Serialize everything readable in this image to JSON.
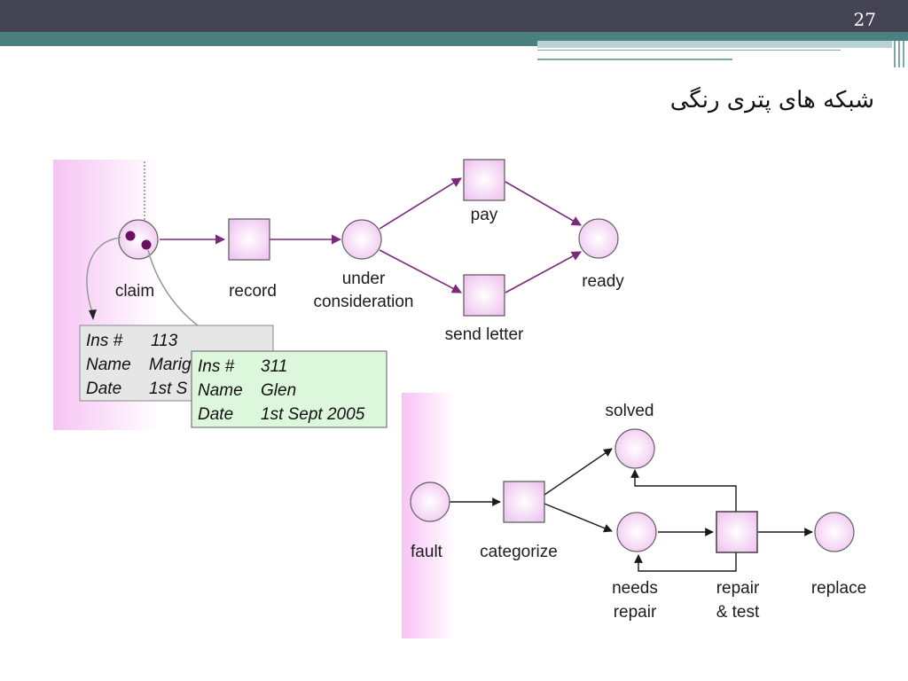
{
  "slide": {
    "page_number": "27",
    "title": "شبکه های پتری رنگی"
  },
  "diagram1": {
    "labels": {
      "claim": "claim",
      "record": "record",
      "under_line1": "under",
      "under_line2": "consideration",
      "pay": "pay",
      "send_letter": "send letter",
      "ready": "ready"
    },
    "token_card_back": {
      "ins_label": "Ins #",
      "ins_value": "113",
      "name_label": "Name",
      "name_value": "Marig",
      "date_label": "Date",
      "date_value": "1st S"
    },
    "token_card_front": {
      "ins_label": "Ins #",
      "ins_value": "311",
      "name_label": "Name",
      "name_value": "Glen",
      "date_label": "Date",
      "date_value": "1st Sept 2005"
    }
  },
  "diagram2": {
    "labels": {
      "solved": "solved",
      "fault": "fault",
      "categorize": "categorize",
      "needs_line1": "needs",
      "needs_line2": "repair",
      "repair_line1": "repair",
      "repair_line2": "& test",
      "replace": "replace"
    }
  },
  "colors": {
    "header_dark": "#434353",
    "header_teal": "#4b7f80",
    "node_fill": "#f4d6f4",
    "arc_purple": "#7a2a7a",
    "token": "#6b1060",
    "card_front": "#dcf7dc",
    "card_back": "#e6e6e6"
  }
}
